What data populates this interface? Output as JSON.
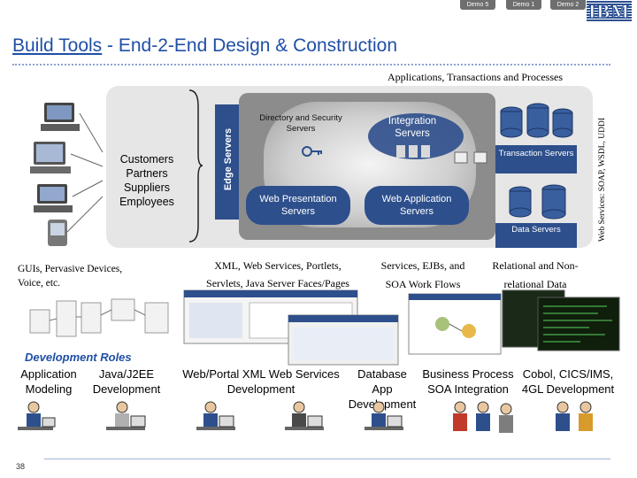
{
  "nav": {
    "tabs": [
      "Demo 5",
      "Demo 1",
      "Demo 2"
    ]
  },
  "brand": {
    "logo": "IBM"
  },
  "header": {
    "title_underlined": "Build Tools",
    "title_rest": " - End-2-End Design & Construction"
  },
  "diagram": {
    "top_label": "Applications, Transactions and Processes",
    "web_services_label": "Web Services: SOAP, WSDL, UDDI",
    "clients": [
      "Customers",
      "Partners",
      "Suppliers",
      "Employees"
    ],
    "edge_servers": "Edge Servers",
    "directory": "Directory and Security Servers",
    "integration": "Integration Servers",
    "web_presentation": "Web Presentation Servers",
    "web_application": "Web Application Servers",
    "transaction": "Transaction Servers",
    "data": "Data Servers"
  },
  "captions": {
    "guis": "GUIs, Pervasive Devices, Voice, etc.",
    "xml": "XML, Web Services, Portlets, Servlets, Java Server Faces/Pages",
    "services": "Services, EJBs, and SOA Work Flows",
    "relational": "Relational and Non-relational Data"
  },
  "roles": {
    "title": "Development Roles",
    "items": [
      "Application Modeling",
      "Java/J2EE Development",
      "Web/Portal XML Web Services Development",
      "Database App Development",
      "Business Process SOA Integration",
      "Cobol, CICS/IMS, 4GL Development"
    ]
  },
  "footer": {
    "page_number": "38"
  },
  "colors": {
    "accent": "#1f4fa6",
    "server_blue": "#2d4f8c",
    "band_gray": "#e6e6e6",
    "core_gray": "#8c8c8c"
  },
  "icons": [
    "computer-workstation-icon",
    "handheld-device-icon",
    "database-server-icon",
    "developer-person-icon",
    "screenshot-thumbnail-icon"
  ]
}
